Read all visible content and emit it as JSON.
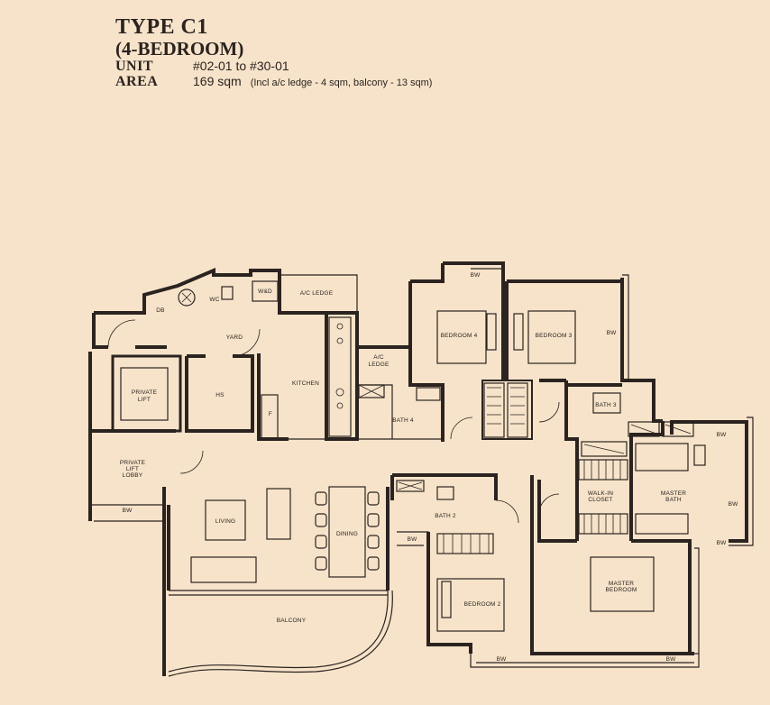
{
  "header": {
    "type": "TYPE C1",
    "subtitle": "(4-BEDROOM)",
    "unit_label": "UNIT",
    "unit_value": "#02-01 to #30-01",
    "area_label": "AREA",
    "area_value": "169 sqm",
    "area_note": "(Incl a/c ledge - 4 sqm, balcony - 13 sqm)"
  },
  "rooms": {
    "db": "DB",
    "wc": "WC",
    "wd": "W&D",
    "ac_ledge_top": "A/C LEDGE",
    "yard": "YARD",
    "kitchen": "KITCHEN",
    "ac_ledge_mid_1": "A/C",
    "ac_ledge_mid_2": "LEDGE",
    "private_lift_1": "PRIVATE",
    "private_lift_2": "LIFT",
    "hs": "HS",
    "fridge": "F",
    "bath4": "BATH 4",
    "bedroom4": "BEDROOM 4",
    "bedroom3": "BEDROOM 3",
    "bw_top": "BW",
    "bw_right_b3": "BW",
    "bath3": "BATH 3",
    "lobby_1": "PRIVATE",
    "lobby_2": "LIFT",
    "lobby_3": "LOBBY",
    "bw_lobby": "BW",
    "living": "LIVING",
    "dining": "DINING",
    "bath2": "BATH 2",
    "bw_bath2": "BW",
    "walkin_1": "WALK-IN",
    "walkin_2": "CLOSET",
    "master_bath_1": "MASTER",
    "master_bath_2": "BATH",
    "bw_mb_top": "BW",
    "bw_mb_side": "BW",
    "bw_walkin": "BW",
    "bedroom2": "BEDROOM 2",
    "master_bed_1": "MASTER",
    "master_bed_2": "BEDROOM",
    "balcony": "BALCONY",
    "bw_bottom_1": "BW",
    "bw_bottom_2": "BW"
  }
}
